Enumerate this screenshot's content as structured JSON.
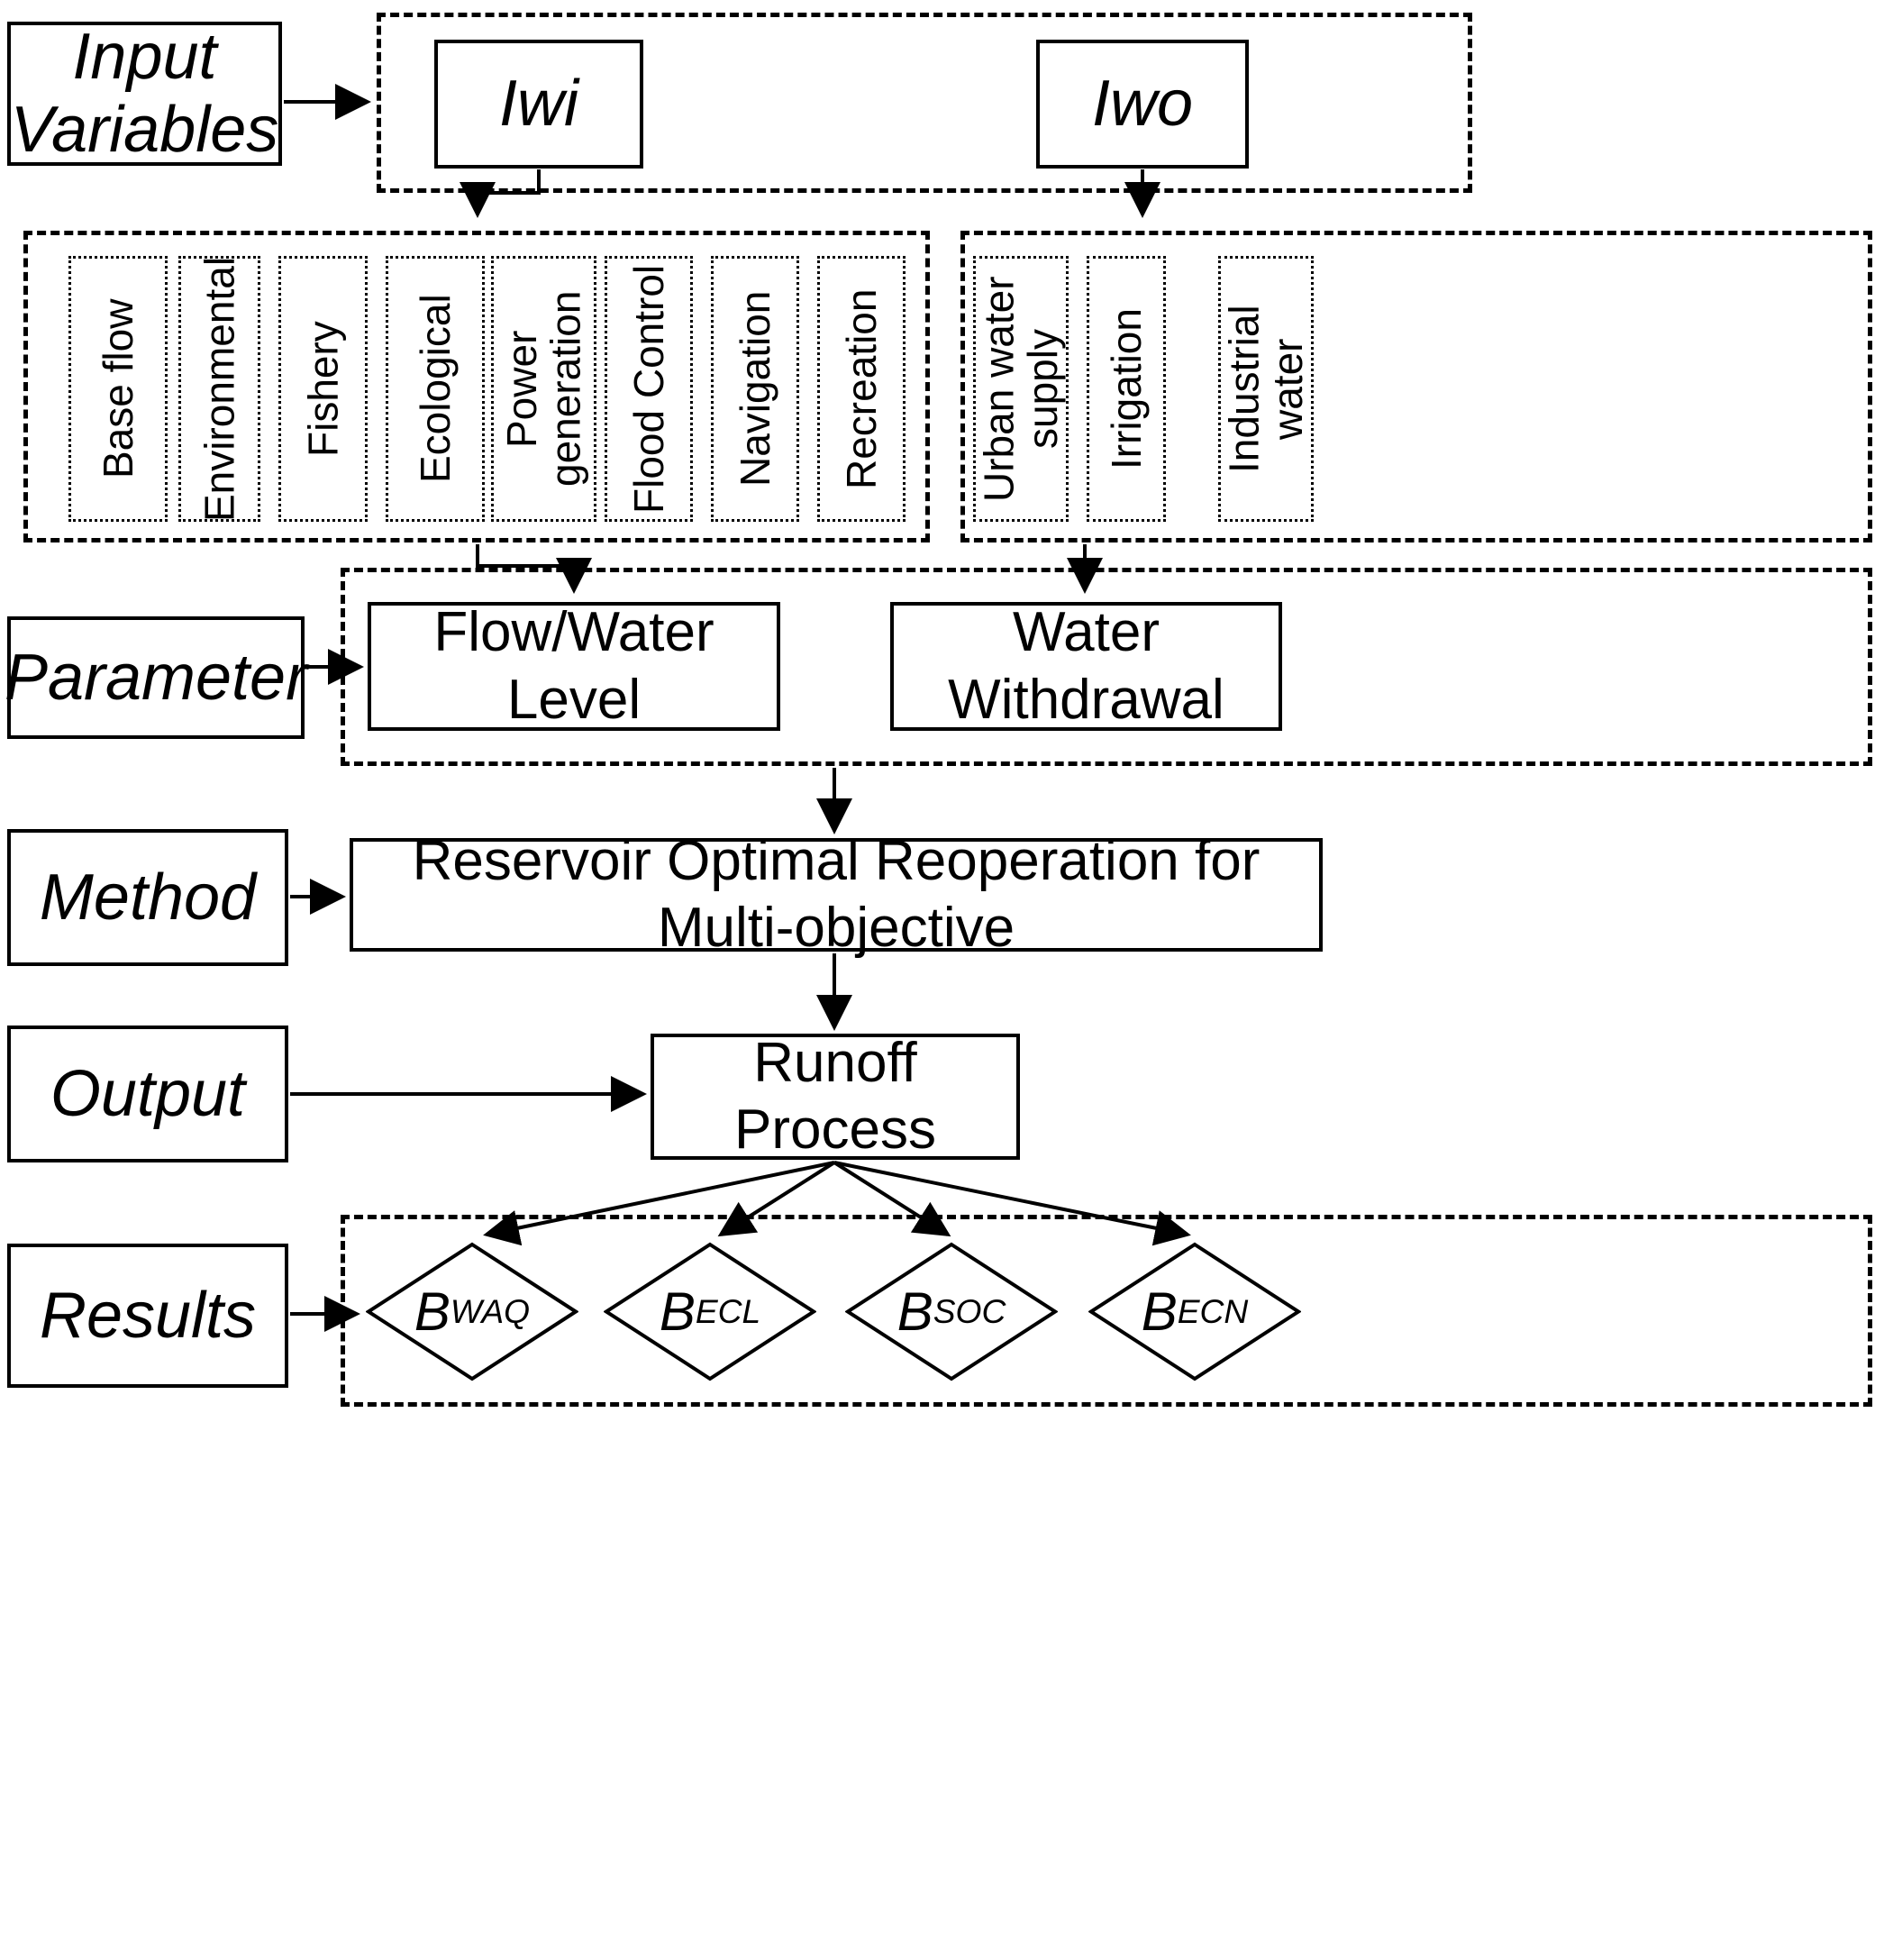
{
  "diagram": {
    "title": "Reservoir Multi-objective Reoperation Framework",
    "row_labels": {
      "input_variables": "Input\nVariables",
      "parameter": "Parameter",
      "method": "Method",
      "output": "Output",
      "results": "Results"
    },
    "input_boxes": {
      "iwi": "Iwi",
      "iwo": "Iwo"
    },
    "instream_uses": [
      {
        "label": "Base flow"
      },
      {
        "label": "Environmental"
      },
      {
        "label": "Fishery"
      },
      {
        "label": "Ecological"
      },
      {
        "label": "Power\ngeneration"
      },
      {
        "label": "Flood Control"
      },
      {
        "label": "Navigation"
      },
      {
        "label": "Recreation"
      }
    ],
    "offstream_uses": [
      {
        "label": "Urban water\nsupply"
      },
      {
        "label": "Irrigation"
      },
      {
        "label": "Industrial\nwater"
      }
    ],
    "parameters": [
      {
        "label": "Flow/Water Level"
      },
      {
        "label": "Water Withdrawal"
      }
    ],
    "method_box": "Reservoir Optimal Reoperation for Multi-objective",
    "output_box": "Runoff Process",
    "results": [
      {
        "base": "B",
        "sub": "WAQ"
      },
      {
        "base": "B",
        "sub": "ECL"
      },
      {
        "base": "B",
        "sub": "SOC"
      },
      {
        "base": "B",
        "sub": "ECN"
      }
    ],
    "colors": {
      "stroke": "#000000",
      "fill": "#ffffff"
    }
  }
}
